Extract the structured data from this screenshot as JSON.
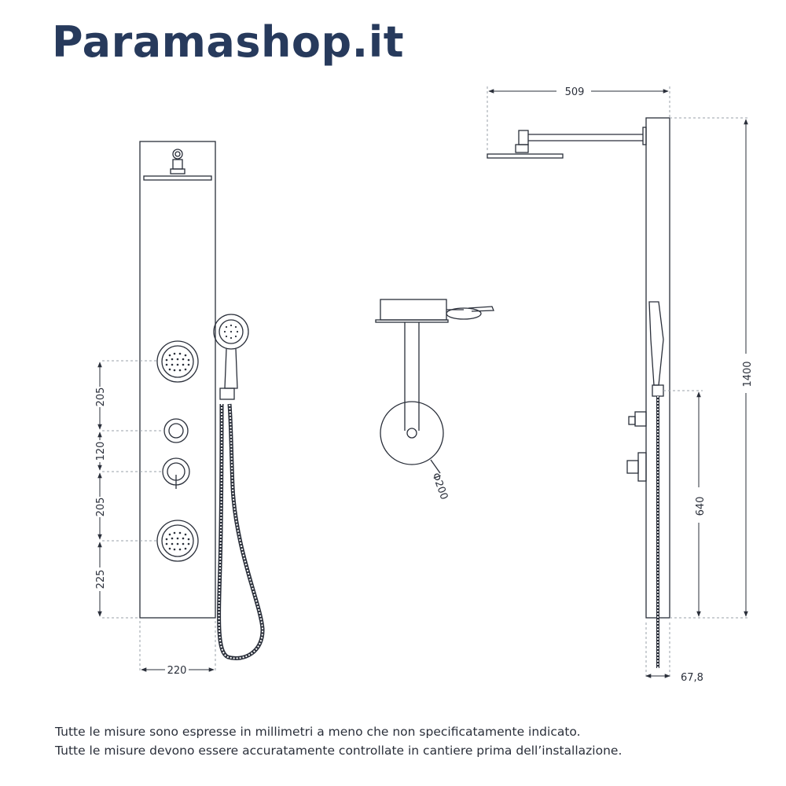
{
  "brand": {
    "name": "Paramashop.it"
  },
  "dimensions": {
    "front_spacings": [
      "205",
      "120",
      "205",
      "225"
    ],
    "panel_width": "220",
    "shower_head_diameter": "Φ200",
    "arm_reach": "509",
    "total_height": "1400",
    "hose_outlet_height": "640",
    "panel_depth": "67,8"
  },
  "notes": [
    "Tutte le misure sono espresse in millimetri a meno che non specificatamente indicato.",
    "Tutte le misure devono essere accuratamente controllate in cantiere prima dell’installazione."
  ],
  "colors": {
    "brand": "#273a5c",
    "line": "#2a2f3a",
    "dashed": "#9aa0a8"
  }
}
